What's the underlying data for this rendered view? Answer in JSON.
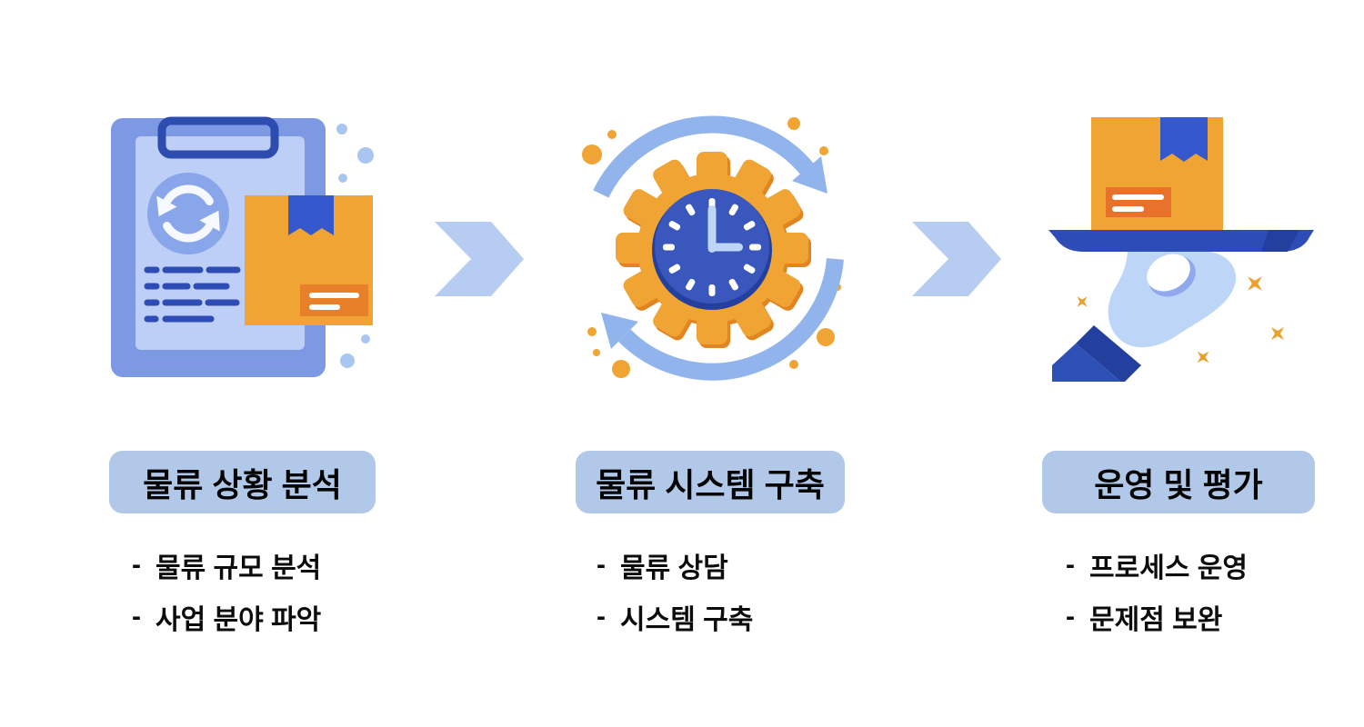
{
  "page": {
    "type": "process-diagram",
    "background": "#FFFFFF"
  },
  "bullet_prefix": "-",
  "colors": {
    "badge_bg": "#B2C8E8",
    "chevron_arrow": "#B6CCF0",
    "cycle_arrow": "#92B4EC",
    "orange": "#F0A434",
    "orange_dark": "#E8802A",
    "blue_dark": "#2D4CB5",
    "navy": "#24409E",
    "clipboard_frame": "#7D99E3",
    "clipboard_page": "#BDCFF7",
    "sync_circle": "#8AA6EA",
    "hand_light": "#BDD6F8",
    "star_orange": "#E9A02C",
    "text": "#0C0C0C"
  },
  "steps": [
    {
      "title": "물류 상황 분석",
      "icon": "clipboard-sync-package-icon",
      "bullets": [
        "물류 규모 분석",
        "사업 분야 파악"
      ]
    },
    {
      "title": "물류 시스템 구축",
      "icon": "gear-clock-cycle-icon",
      "bullets": [
        "물류 상담",
        "시스템 구축"
      ]
    },
    {
      "title": "운영 및 평가",
      "icon": "hand-serving-package-icon",
      "bullets": [
        "프로세스 운영",
        "문제점 보완"
      ]
    }
  ]
}
